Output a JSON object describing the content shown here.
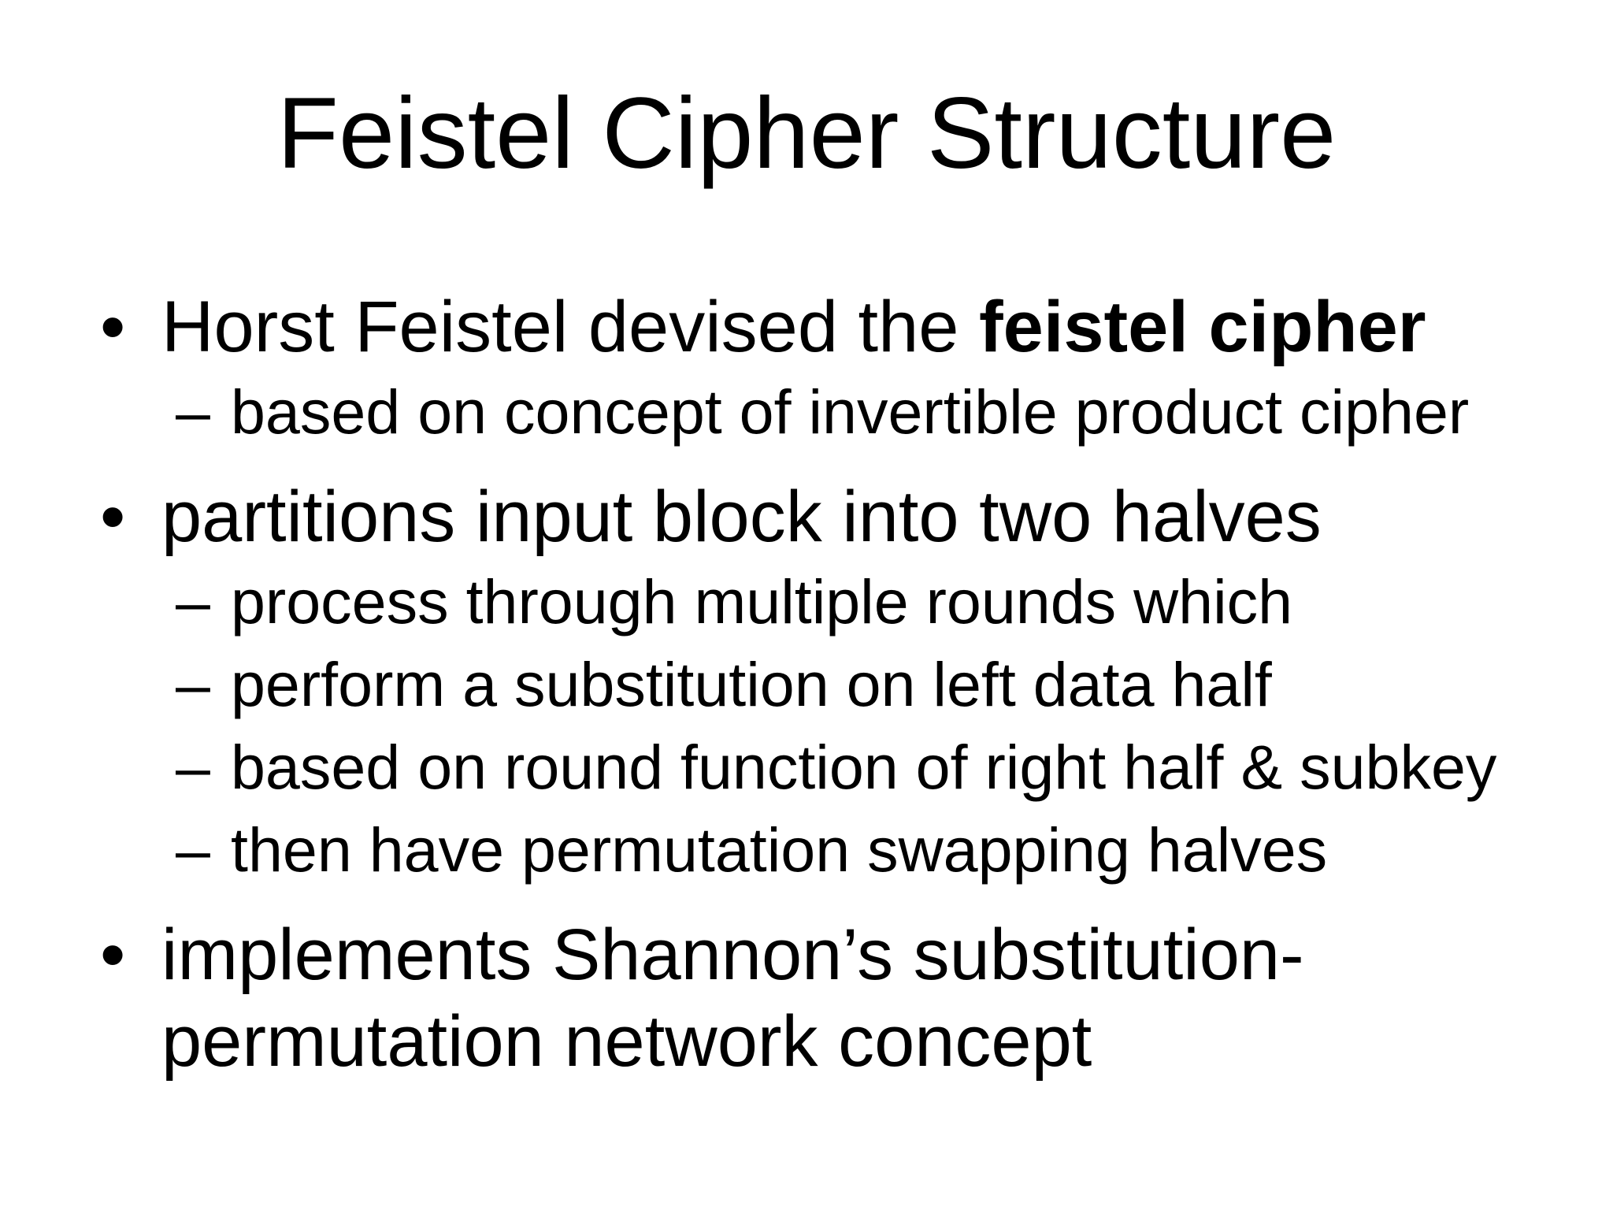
{
  "slide": {
    "title": "Feistel Cipher Structure",
    "bullets": [
      {
        "level": 1,
        "marker": "•",
        "text": "Horst Feistel devised the ",
        "bold_text": "feistel cipher"
      },
      {
        "level": 2,
        "marker": "–",
        "text": "based on concept of invertible product cipher"
      },
      {
        "level": 1,
        "marker": "•",
        "text": "partitions input block into two halves"
      },
      {
        "level": 2,
        "marker": "–",
        "text": "process through multiple rounds which"
      },
      {
        "level": 2,
        "marker": "–",
        "text": "perform a substitution on left data half"
      },
      {
        "level": 2,
        "marker": "–",
        "text": "based on round function of right half & subkey"
      },
      {
        "level": 2,
        "marker": "–",
        "text": "then have permutation swapping halves"
      },
      {
        "level": 1,
        "marker": "•",
        "text": "implements Shannon’s substitution-permutation network concept"
      }
    ],
    "colors": {
      "background": "#ffffff",
      "text": "#000000"
    }
  }
}
